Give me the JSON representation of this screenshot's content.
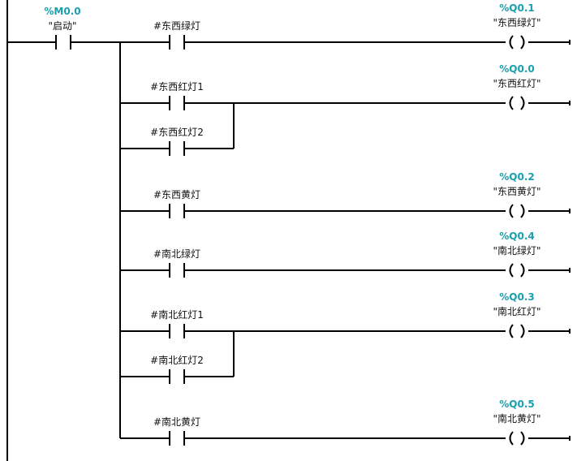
{
  "colors": {
    "address": "#1a9fae",
    "wire": "#000000",
    "background": "#ffffff"
  },
  "start_contact": {
    "address": "%M0.0",
    "tag": "\"启动\""
  },
  "rungs": [
    {
      "contacts": [
        "#东西绿灯"
      ],
      "coil_address": "%Q0.1",
      "coil_tag": "\"东西绿灯\""
    },
    {
      "contacts": [
        "#东西红灯1",
        "#东西红灯2"
      ],
      "coil_address": "%Q0.0",
      "coil_tag": "\"东西红灯\""
    },
    {
      "contacts": [
        "#东西黄灯"
      ],
      "coil_address": "%Q0.2",
      "coil_tag": "\"东西黄灯\""
    },
    {
      "contacts": [
        "#南北绿灯"
      ],
      "coil_address": "%Q0.4",
      "coil_tag": "\"南北绿灯\""
    },
    {
      "contacts": [
        "#南北红灯1",
        "#南北红灯2"
      ],
      "coil_address": "%Q0.3",
      "coil_tag": "\"南北红灯\""
    },
    {
      "contacts": [
        "#南北黄灯"
      ],
      "coil_address": "%Q0.5",
      "coil_tag": "\"南北黄灯\""
    }
  ]
}
